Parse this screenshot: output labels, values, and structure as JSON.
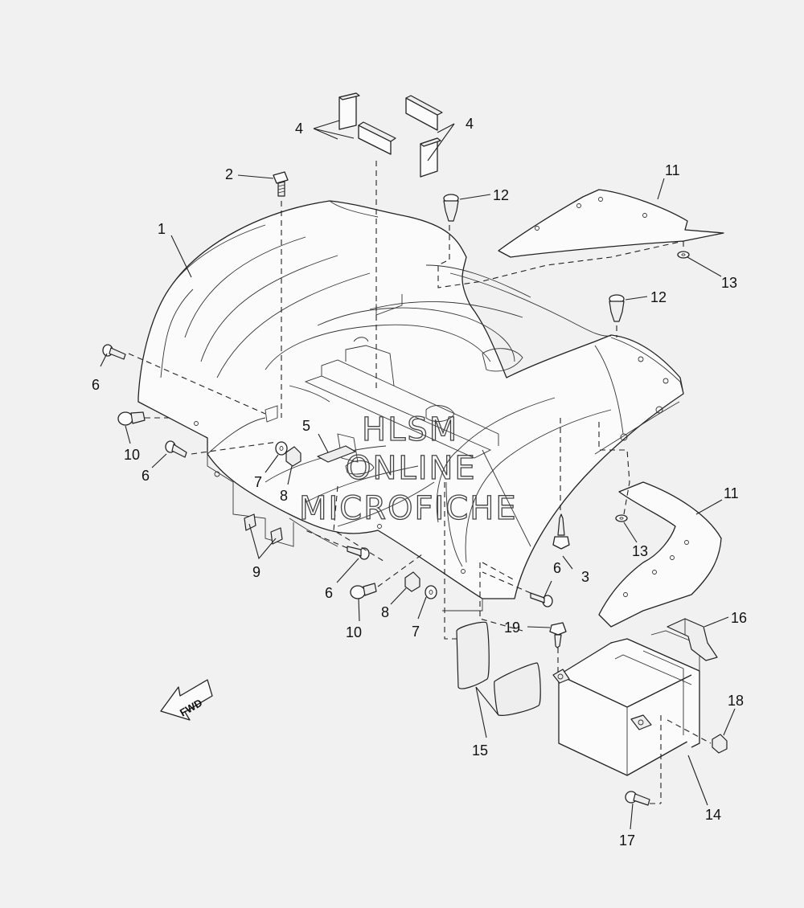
{
  "watermark": {
    "line1": "HLSM",
    "line2": "ONLINE",
    "line3": "MICROFICHE"
  },
  "direction_arrow": {
    "label": "FWD",
    "icon": "forward-arrow-icon"
  },
  "callouts": {
    "c1": "1",
    "c2": "2",
    "c3": "3",
    "c4a": "4",
    "c4b": "4",
    "c5": "5",
    "c6a": "6",
    "c6b": "6",
    "c6c": "6",
    "c6d": "6",
    "c7a": "7",
    "c7b": "7",
    "c8a": "8",
    "c8b": "8",
    "c9": "9",
    "c10a": "10",
    "c10b": "10",
    "c11a": "11",
    "c11b": "11",
    "c12a": "12",
    "c12b": "12",
    "c13a": "13",
    "c13b": "13",
    "c14": "14",
    "c15": "15",
    "c16": "16",
    "c17": "17",
    "c18": "18",
    "c19": "19"
  }
}
